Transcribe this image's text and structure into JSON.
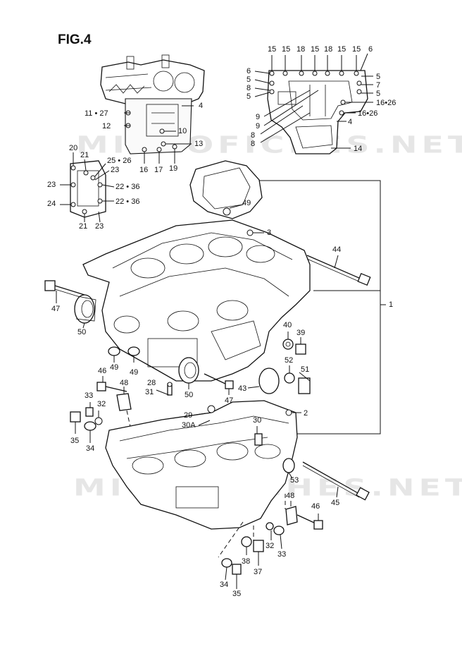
{
  "figure": {
    "title": "FIG.4"
  },
  "watermark": {
    "text": "MICROFICHES.NET"
  },
  "callouts": [
    {
      "id": "c15a",
      "text": "15"
    },
    {
      "id": "c15b",
      "text": "15"
    },
    {
      "id": "c18a",
      "text": "18"
    },
    {
      "id": "c15c",
      "text": "15"
    },
    {
      "id": "c18b",
      "text": "18"
    },
    {
      "id": "c15d",
      "text": "15"
    },
    {
      "id": "c15e",
      "text": "15"
    },
    {
      "id": "c6a",
      "text": "6"
    },
    {
      "id": "c6b",
      "text": "6"
    },
    {
      "id": "c5a",
      "text": "5"
    },
    {
      "id": "c5b",
      "text": "5"
    },
    {
      "id": "c8a",
      "text": "8"
    },
    {
      "id": "c5c",
      "text": "5"
    },
    {
      "id": "c7",
      "text": "7"
    },
    {
      "id": "c5d",
      "text": "5"
    },
    {
      "id": "c16_26a",
      "text": "16•26"
    },
    {
      "id": "c16_26b",
      "text": "16•26"
    },
    {
      "id": "c9a",
      "text": "9"
    },
    {
      "id": "c9b",
      "text": "9"
    },
    {
      "id": "c8b",
      "text": "8"
    },
    {
      "id": "c8c",
      "text": "8"
    },
    {
      "id": "c4b",
      "text": "4"
    },
    {
      "id": "c14",
      "text": "14"
    },
    {
      "id": "c4a",
      "text": "4"
    },
    {
      "id": "c11_27",
      "text": "11 • 27"
    },
    {
      "id": "c12",
      "text": "12"
    },
    {
      "id": "c10",
      "text": "10"
    },
    {
      "id": "c13",
      "text": "13"
    },
    {
      "id": "c16",
      "text": "16"
    },
    {
      "id": "c17",
      "text": "17"
    },
    {
      "id": "c19",
      "text": "19"
    },
    {
      "id": "c20",
      "text": "20"
    },
    {
      "id": "c21a",
      "text": "21"
    },
    {
      "id": "c25_26",
      "text": "25 • 26"
    },
    {
      "id": "c23a",
      "text": "23"
    },
    {
      "id": "c23b",
      "text": "23"
    },
    {
      "id": "c22_36a",
      "text": "22 • 36"
    },
    {
      "id": "c24",
      "text": "24"
    },
    {
      "id": "c22_36b",
      "text": "22 • 36"
    },
    {
      "id": "c21b",
      "text": "21"
    },
    {
      "id": "c23c",
      "text": "23"
    },
    {
      "id": "c49a",
      "text": "49"
    },
    {
      "id": "c3",
      "text": "3"
    },
    {
      "id": "c44",
      "text": "44"
    },
    {
      "id": "c1",
      "text": "1"
    },
    {
      "id": "c47a",
      "text": "47"
    },
    {
      "id": "c50a",
      "text": "50"
    },
    {
      "id": "c40",
      "text": "40"
    },
    {
      "id": "c39",
      "text": "39"
    },
    {
      "id": "c49b",
      "text": "49"
    },
    {
      "id": "c49c",
      "text": "49"
    },
    {
      "id": "c52",
      "text": "52"
    },
    {
      "id": "c51",
      "text": "51"
    },
    {
      "id": "c46a",
      "text": "46"
    },
    {
      "id": "c48a",
      "text": "48"
    },
    {
      "id": "c28",
      "text": "28"
    },
    {
      "id": "c31",
      "text": "31"
    },
    {
      "id": "c50b",
      "text": "50"
    },
    {
      "id": "c47b",
      "text": "47"
    },
    {
      "id": "c43",
      "text": "43"
    },
    {
      "id": "c33a",
      "text": "33"
    },
    {
      "id": "c32a",
      "text": "32"
    },
    {
      "id": "c29",
      "text": "29"
    },
    {
      "id": "c2",
      "text": "2"
    },
    {
      "id": "c30A",
      "text": "30A"
    },
    {
      "id": "c35a",
      "text": "35"
    },
    {
      "id": "c34a",
      "text": "34"
    },
    {
      "id": "c30",
      "text": "30"
    },
    {
      "id": "c53",
      "text": "53"
    },
    {
      "id": "c45",
      "text": "45"
    },
    {
      "id": "c48b",
      "text": "48"
    },
    {
      "id": "c46b",
      "text": "46"
    },
    {
      "id": "c32b",
      "text": "32"
    },
    {
      "id": "c33b",
      "text": "33"
    },
    {
      "id": "c38",
      "text": "38"
    },
    {
      "id": "c37",
      "text": "37"
    },
    {
      "id": "c34b",
      "text": "34"
    },
    {
      "id": "c35b",
      "text": "35"
    }
  ]
}
